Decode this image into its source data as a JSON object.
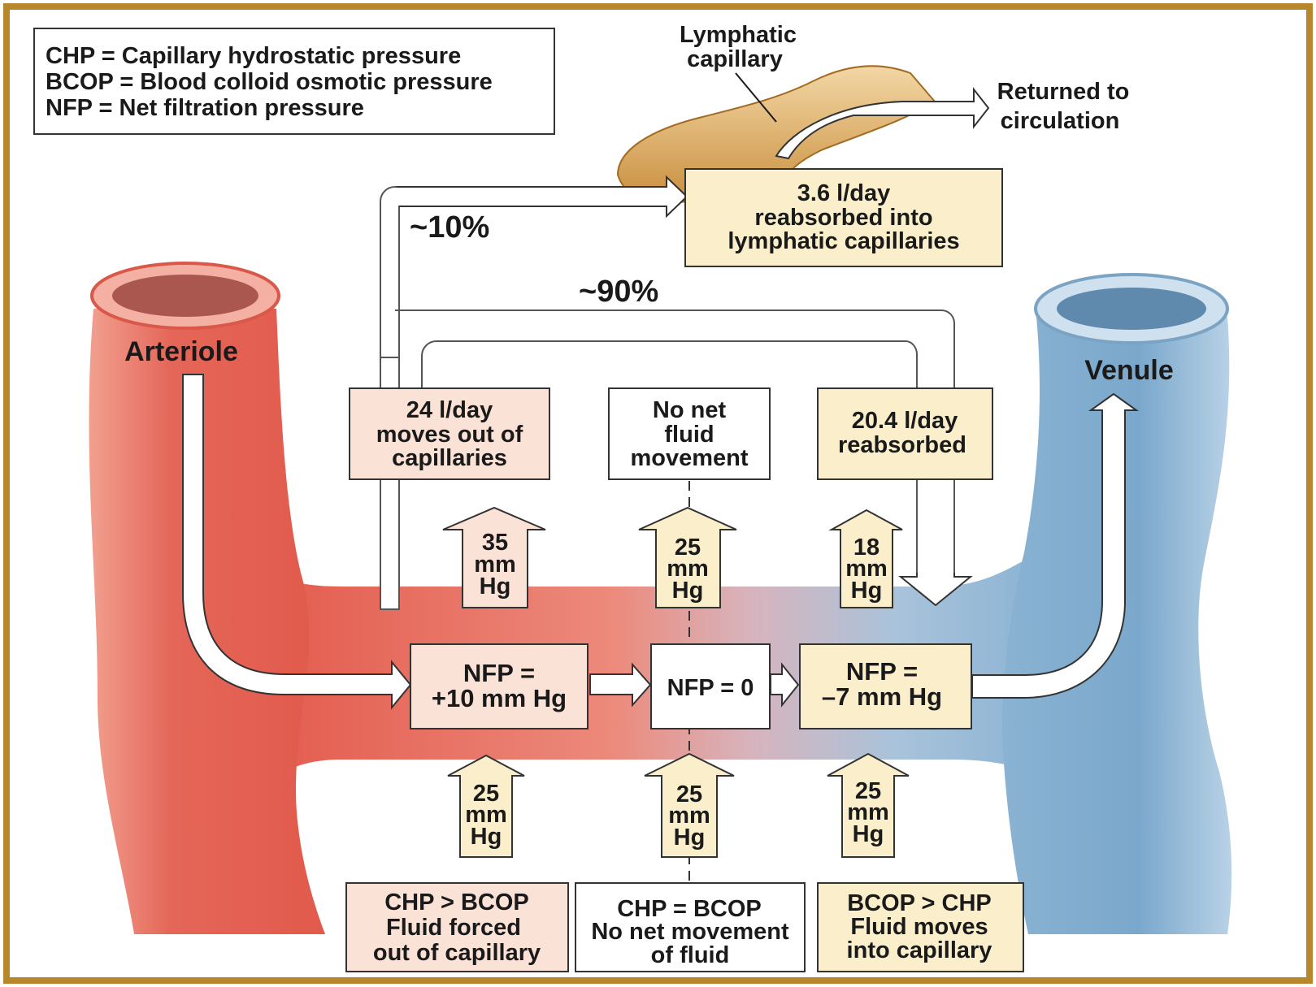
{
  "legend": {
    "line1": "CHP  =  Capillary hydrostatic pressure",
    "line2": "BCOP = Blood colloid osmotic pressure",
    "line3": "NFP  =   Net filtration pressure"
  },
  "lymphatic_label": {
    "line1": "Lymphatic",
    "line2": "capillary"
  },
  "returned_label": {
    "line1": "Returned to",
    "line2": "circulation"
  },
  "lymph_box": {
    "line1": "3.6 l/day",
    "line2": "reabsorbed into",
    "line3": "lymphatic capillaries"
  },
  "pct_10": "~10%",
  "pct_90": "~90%",
  "arteriole_label": "Arteriole",
  "venule_label": "Venule",
  "flow_boxes": {
    "out": {
      "line1": "24 l/day",
      "line2": "moves out of",
      "line3": "capillaries"
    },
    "none": {
      "line1": "No net",
      "line2": "fluid",
      "line3": "movement"
    },
    "reabsorbed": {
      "line1": "20.4 l/day",
      "line2": "reabsorbed"
    }
  },
  "chp_arrows": {
    "left": {
      "value": "35",
      "unit1": "mm",
      "unit2": "Hg"
    },
    "middle": {
      "value": "25",
      "unit1": "mm",
      "unit2": "Hg"
    },
    "right": {
      "value": "18",
      "unit1": "mm",
      "unit2": "Hg"
    }
  },
  "nfp_boxes": {
    "left": {
      "line1": "NFP =",
      "line2": "+10 mm Hg"
    },
    "middle": {
      "line1": "NFP = 0"
    },
    "right": {
      "line1": "NFP =",
      "line2": "–7 mm Hg"
    }
  },
  "bcop_arrows": {
    "left": {
      "value": "25",
      "unit1": "mm",
      "unit2": "Hg"
    },
    "middle": {
      "value": "25",
      "unit1": "mm",
      "unit2": "Hg"
    },
    "right": {
      "value": "25",
      "unit1": "mm",
      "unit2": "Hg"
    }
  },
  "bottom_boxes": {
    "left": {
      "line1": "CHP > BCOP",
      "line2": "Fluid forced",
      "line3": "out of capillary"
    },
    "middle": {
      "line1": "CHP = BCOP",
      "line2": "No net movement",
      "line3": "of fluid"
    },
    "right": {
      "line1": "BCOP > CHP",
      "line2": "Fluid moves",
      "line3": "into capillary"
    }
  },
  "colors": {
    "frame": "#b8862b",
    "arteriole": "#e8685a",
    "venule": "#8cb4d4",
    "pink_box": "#fbe2d7",
    "yellow_box": "#fbefcb",
    "lymph_vessel": "#d9a85c"
  }
}
